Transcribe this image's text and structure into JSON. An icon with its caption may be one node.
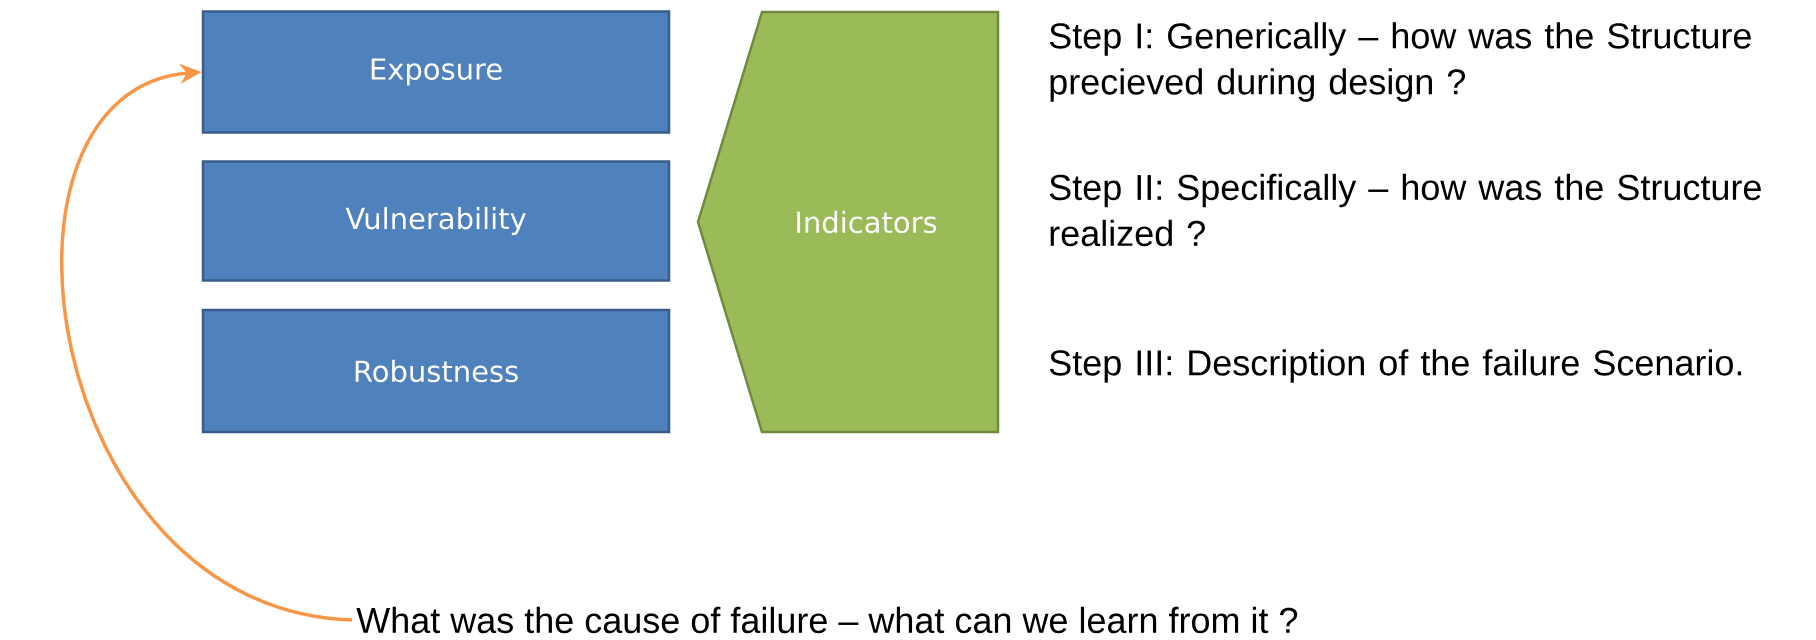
{
  "diagram": {
    "nodes": [
      {
        "text": [
          "Exposure"
        ]
      },
      {
        "text": [
          "Vulnerability"
        ]
      },
      {
        "text": [
          "Robustness"
        ]
      },
      {
        "text": [
          "Indicators"
        ]
      },
      {
        "text": [
          "What was the cause of failure – what can we learn from it ?"
        ]
      }
    ],
    "edges": [
      {
        "from": 4,
        "to": 0,
        "arrow": "to",
        "color": "#f79646"
      }
    ],
    "labels": [
      "Step I: Generically – how was the Structure precieved during design ?",
      "Step II: Specifically – how was the Structure realized ?",
      "Step III: Description of the failure Scenario."
    ]
  }
}
